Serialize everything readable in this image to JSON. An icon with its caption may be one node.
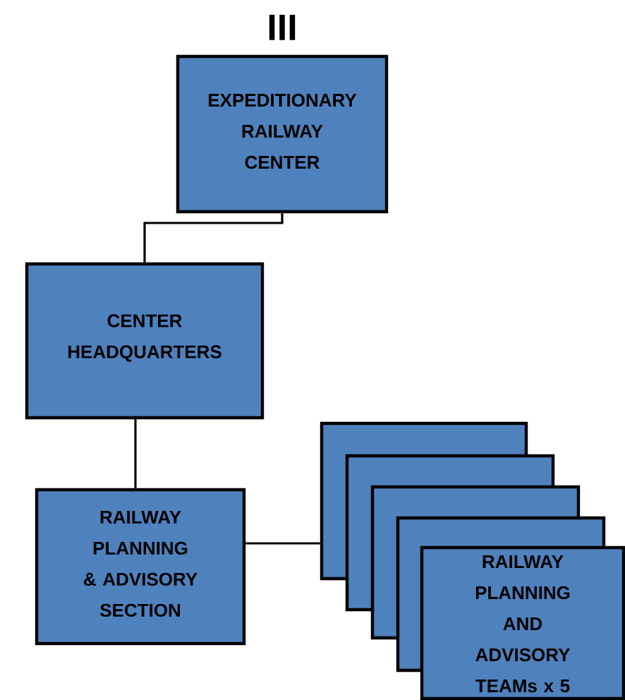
{
  "diagram": {
    "nodes": [
      {
        "text": [
          "EXPEDITIONARY RAILWAY CENTER"
        ],
        "beside": [
          "III"
        ]
      },
      {
        "text": [
          "CENTER HEADQUARTERS"
        ]
      },
      {
        "text": [
          "RAILWAY PLANNING & ADVISORY SECTION"
        ]
      },
      {
        "text": [],
        "shape": "box"
      },
      {
        "text": [],
        "shape": "box"
      },
      {
        "text": [],
        "shape": "box"
      },
      {
        "text": [],
        "shape": "box"
      },
      {
        "text": [
          "RAILWAY PLANNING AND ADVISORY TEAMs x 5"
        ]
      }
    ],
    "edges": [
      {
        "from": 0,
        "to": 1,
        "arrow": "none"
      },
      {
        "from": 1,
        "to": 2,
        "arrow": "none"
      },
      {
        "from": 2,
        "to": 3,
        "arrow": "none"
      }
    ]
  }
}
